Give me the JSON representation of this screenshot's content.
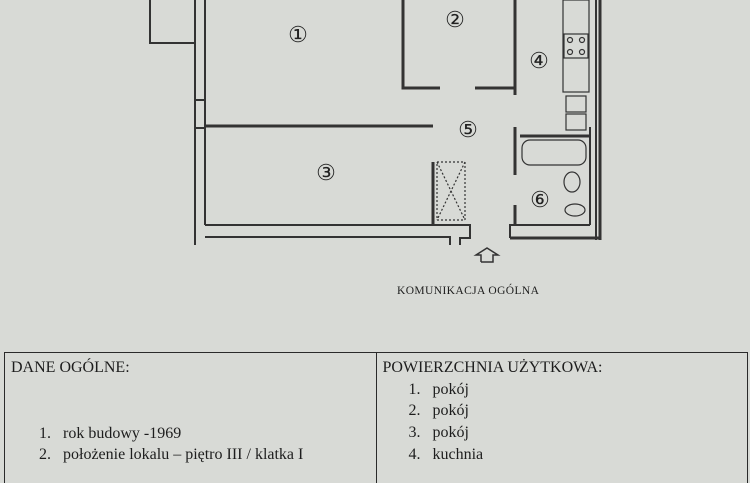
{
  "floor_plan": {
    "room_labels": [
      "①",
      "②",
      "③",
      "④",
      "⑤",
      "⑥"
    ],
    "caption": "KOMUNIKACJA OGÓLNA"
  },
  "table": {
    "general": {
      "header": "DANE OGÓLNE:",
      "items": [
        {
          "num": "1.",
          "text": "rok budowy -1969"
        },
        {
          "num": "2.",
          "text": "położenie lokalu – piętro III / klatka I"
        }
      ]
    },
    "usable_area": {
      "header": "POWIERZCHNIA UŻYTKOWA:",
      "items": [
        {
          "num": "1.",
          "text": "pokój"
        },
        {
          "num": "2.",
          "text": "pokój"
        },
        {
          "num": "3.",
          "text": "pokój"
        },
        {
          "num": "4.",
          "text": "kuchnia"
        }
      ]
    }
  }
}
